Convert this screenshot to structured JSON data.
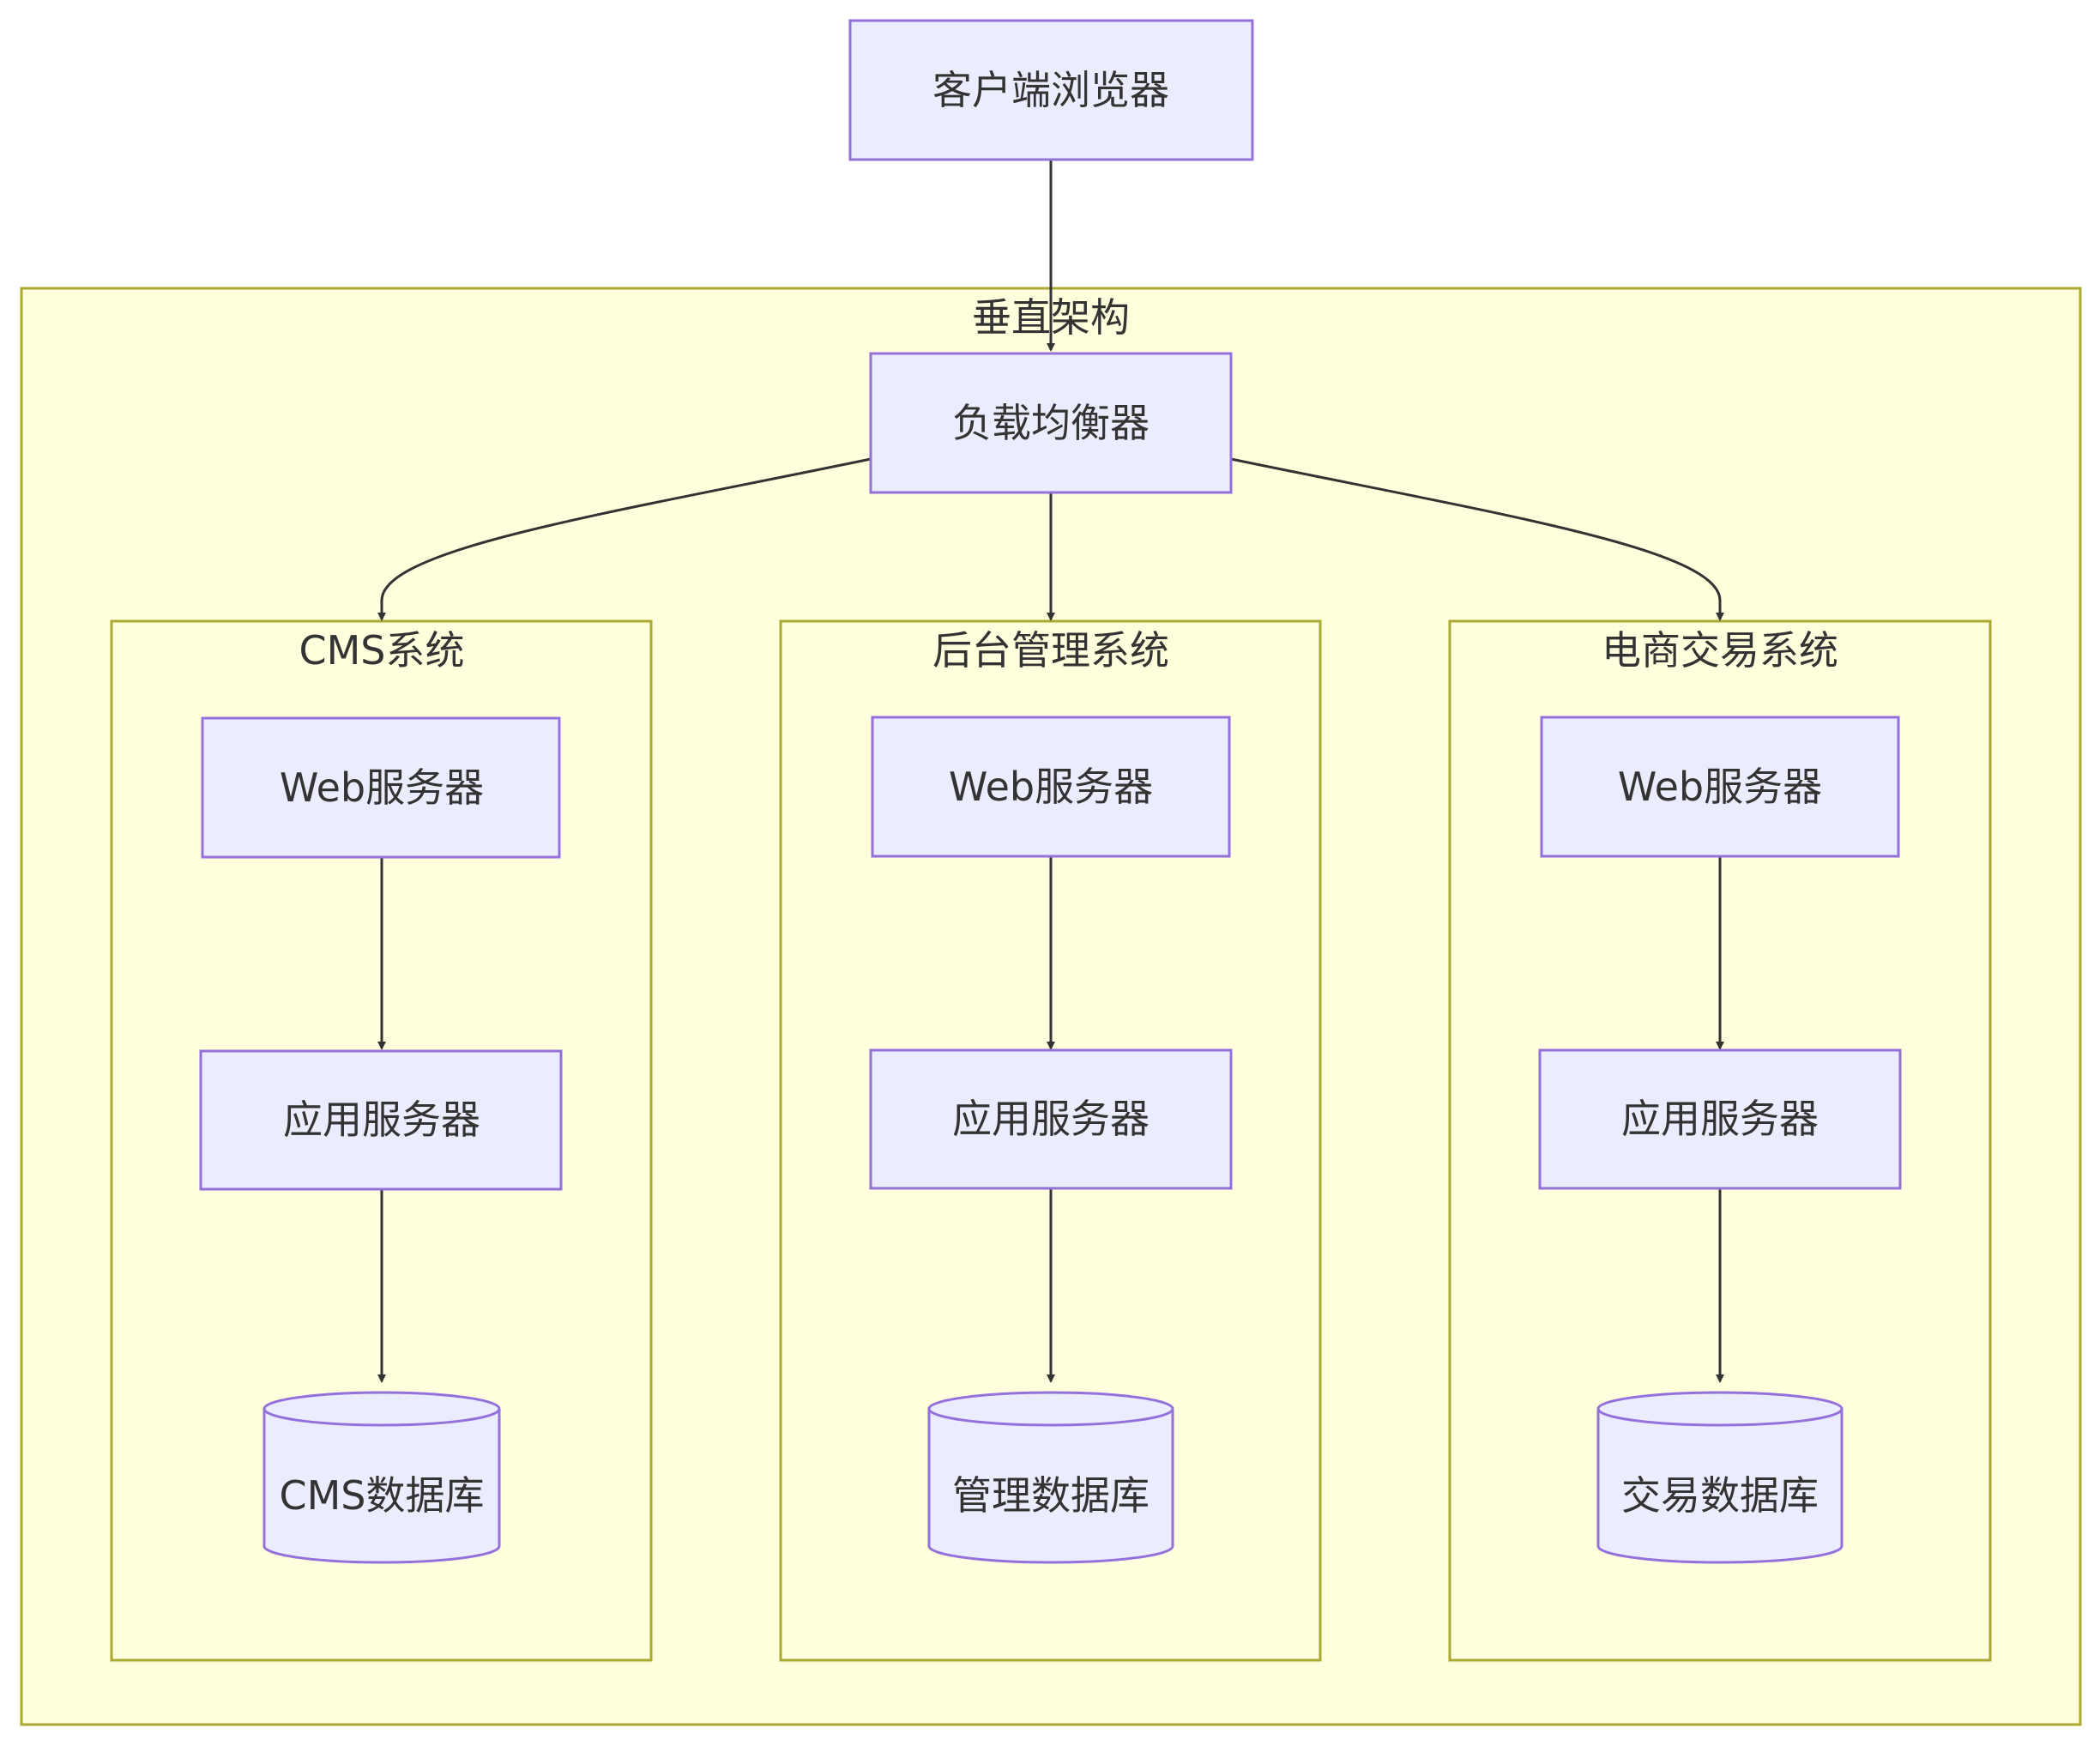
{
  "colors": {
    "node_fill": "#ececff",
    "node_stroke": "#9370db",
    "cluster_fill": "#ffffde",
    "cluster_stroke": "#aaaa33",
    "edge": "#333333",
    "text": "#333333"
  },
  "nodes": {
    "client": "客户端浏览器",
    "lb": "负载均衡器",
    "cms_web": "Web服务器",
    "cms_app": "应用服务器",
    "cms_db": "CMS数据库",
    "admin_web": "Web服务器",
    "admin_app": "应用服务器",
    "admin_db": "管理数据库",
    "shop_web": "Web服务器",
    "shop_app": "应用服务器",
    "shop_db": "交易数据库"
  },
  "clusters": {
    "vertical": "垂直架构",
    "cms": "CMS系统",
    "admin": "后台管理系统",
    "shop": "电商交易系统"
  },
  "edges": [
    {
      "from": "client",
      "to": "lb"
    },
    {
      "from": "lb",
      "to": "cms_web"
    },
    {
      "from": "lb",
      "to": "admin_web"
    },
    {
      "from": "lb",
      "to": "shop_web"
    },
    {
      "from": "cms_web",
      "to": "cms_app"
    },
    {
      "from": "cms_app",
      "to": "cms_db"
    },
    {
      "from": "admin_web",
      "to": "admin_app"
    },
    {
      "from": "admin_app",
      "to": "admin_db"
    },
    {
      "from": "shop_web",
      "to": "shop_app"
    },
    {
      "from": "shop_app",
      "to": "shop_db"
    }
  ]
}
